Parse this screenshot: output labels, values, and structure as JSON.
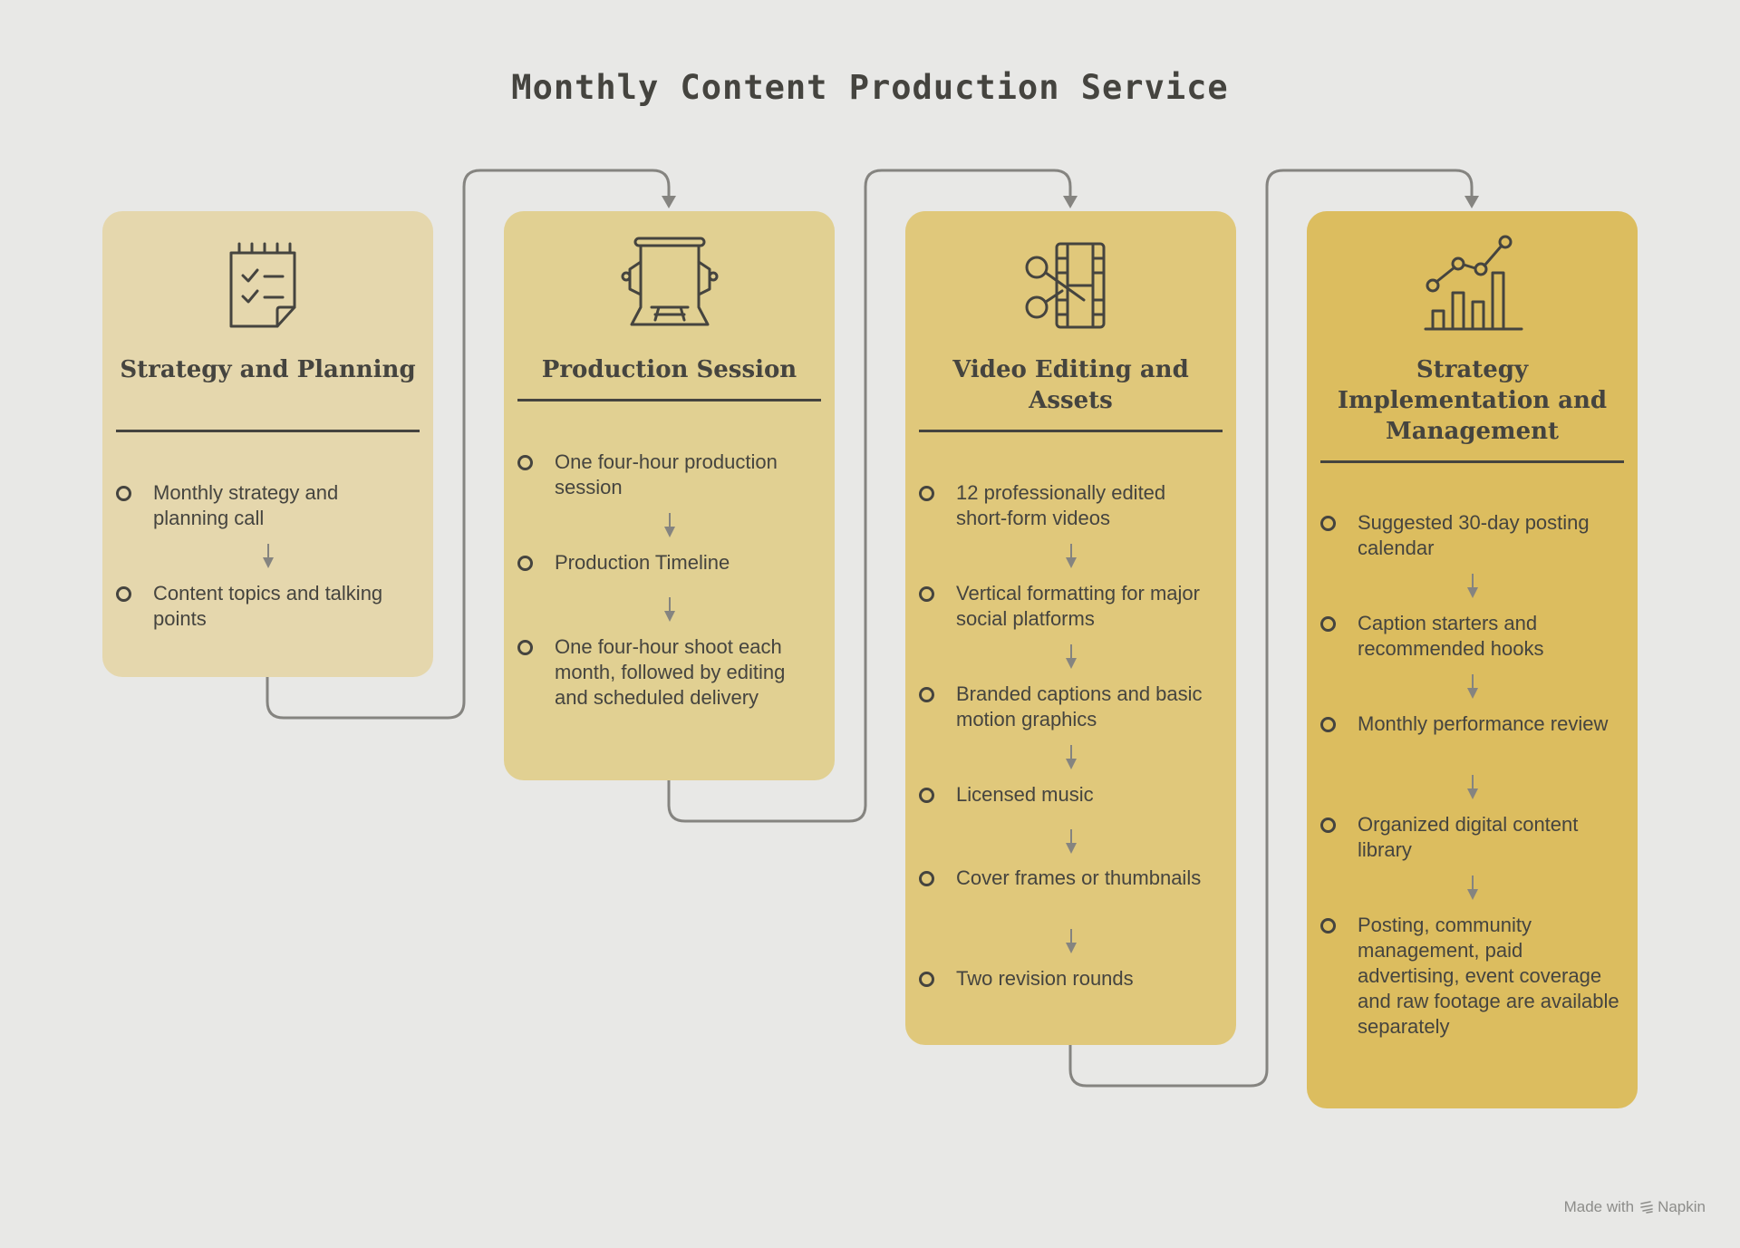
{
  "title": "Monthly Content Production Service",
  "colors": {
    "background": "#e8e8e6",
    "text": "#45443f",
    "connector": "#858480",
    "step_1": "#e5d7ad",
    "step_2": "#e1d092",
    "step_3": "#e0c87b",
    "step_4": "#dcbd5f"
  },
  "steps": [
    {
      "icon": "checklist-calendar-icon",
      "heading": "Strategy and Planning",
      "items": [
        "Monthly strategy and planning call",
        "Content topics and talking points"
      ]
    },
    {
      "icon": "film-studio-set-icon",
      "heading": "Production Session",
      "items": [
        "One four-hour production session",
        "Production Timeline",
        "One four-hour shoot each month, followed by editing and scheduled delivery"
      ]
    },
    {
      "icon": "scissors-film-strip-icon",
      "heading": "Video Editing and Assets",
      "items": [
        "12 professionally edited short-form videos",
        "Vertical formatting for major social platforms",
        "Branded captions and basic motion graphics",
        "Licensed music",
        "Cover frames or thumbnails",
        "Two revision rounds"
      ]
    },
    {
      "icon": "growth-chart-icon",
      "heading": "Strategy Implementation and Management",
      "items": [
        "Suggested 30-day posting calendar",
        "Caption starters and recommended hooks",
        "Monthly performance review",
        "Organized digital content library",
        "Posting, community management, paid advertising, event coverage and raw footage are available separately"
      ]
    }
  ],
  "watermark": {
    "prefix": "Made with",
    "brand": "Napkin"
  }
}
